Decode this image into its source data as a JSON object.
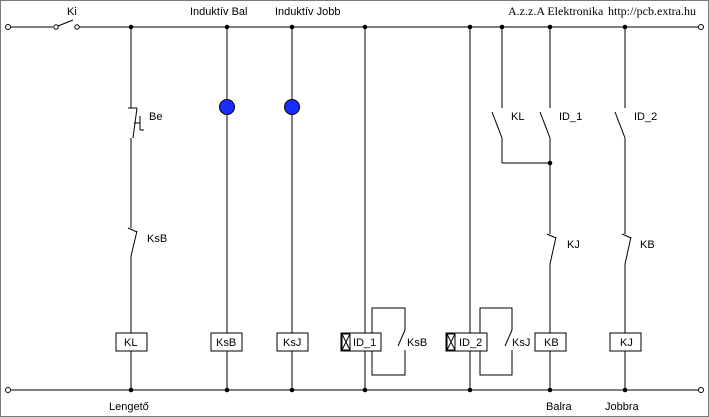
{
  "header": {
    "brand": "A.z.z.A Elektronika",
    "url": "http://pcb.extra.hu"
  },
  "labels": {
    "main_switch": "Ki",
    "sensor_left": "Induktív Bal",
    "sensor_right": "Induktív Jobb",
    "start_button": "Be",
    "contact_ksb_left": "KsB",
    "contact_kl": "KL",
    "contact_id1": "ID_1",
    "contact_id2": "ID_2",
    "contact_kj": "KJ",
    "contact_kb": "KB",
    "contact_ksb_timer": "KsB",
    "contact_ksj_timer": "KsJ",
    "coil_kl": "KL",
    "coil_ksb": "KsB",
    "coil_ksj": "KsJ",
    "timer_id1": "ID_1",
    "timer_id2": "ID_2",
    "coil_kb": "KB",
    "coil_kj": "KJ",
    "bottom_lenget": "Lengető",
    "bottom_balra": "Balra",
    "bottom_jobbra": "Jobbra"
  },
  "colors": {
    "line": "#000000",
    "sensor_lamp": "#1a2bff",
    "background": "#ffffff",
    "frame": "#7a7a7a"
  }
}
